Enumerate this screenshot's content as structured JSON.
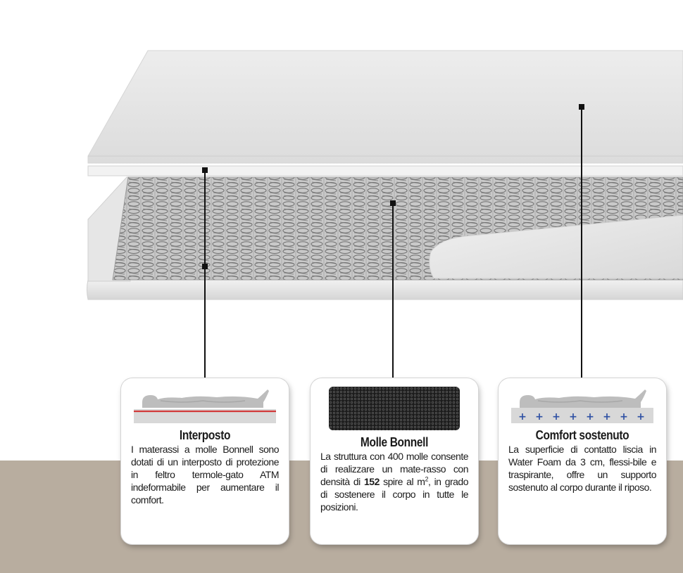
{
  "cards": {
    "interposto": {
      "title": "Interposto",
      "text": "I materassi a molle Bonnell sono dotati di un interposto di protezione in feltro termole-gato ATM indeformabile per aumentare il comfort."
    },
    "molle": {
      "title": "Molle Bonnell",
      "text_1": "La struttura con 400 molle consente di realizzare un mate-rasso con densità di ",
      "text_bold": "152",
      "text_2": " spire al m",
      "text_sup": "2",
      "text_3": ", in grado di sostenere il corpo in tutte le posizioni."
    },
    "comfort": {
      "title": "Comfort sostenuto",
      "text": "La superficie di contatto liscia in Water Foam da 3 cm, flessi-bile e traspirante, offre un supporto sostenuto al corpo durante il riposo.",
      "plus_signs": [
        "+",
        "+",
        "+",
        "+",
        "+",
        "+",
        "+",
        "+"
      ]
    }
  },
  "colors": {
    "floor": "#b8ad9f",
    "foam": "#e4e4e4",
    "springs": "#7f7f7f",
    "felt_line": "#d23a3a",
    "plus_blue": "#2d4fa3"
  },
  "icons": {
    "interposto": "body-on-felt-layer-icon",
    "molle": "spring-mesh-swatch",
    "comfort": "body-on-foam-support-icon"
  }
}
